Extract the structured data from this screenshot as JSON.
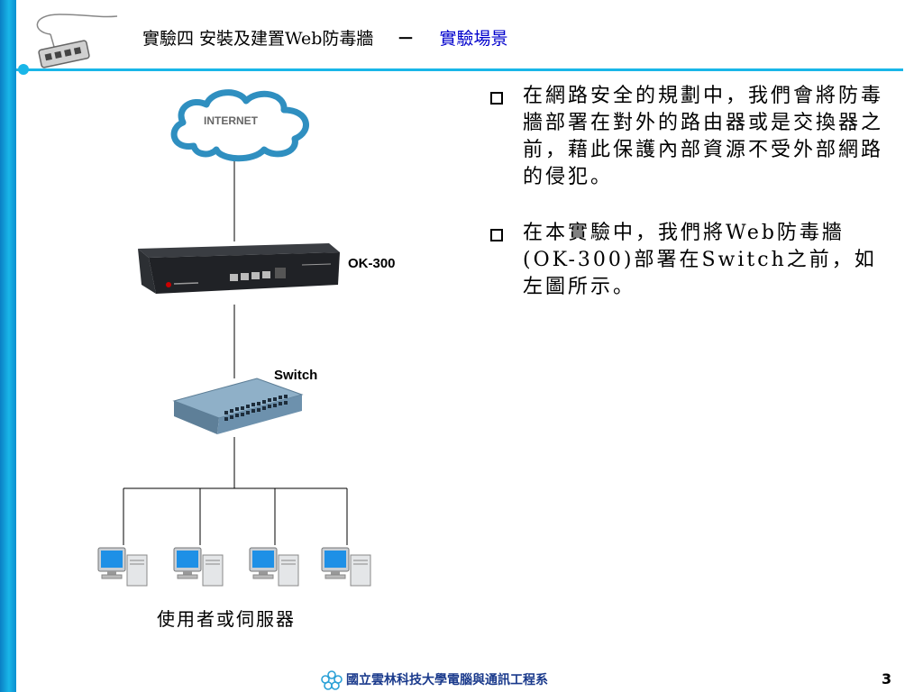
{
  "header": {
    "title": "實驗四 安裝及建置Web防毒牆",
    "separator": "－",
    "subtitle": "實驗場景"
  },
  "diagram": {
    "cloud_label": "INTERNET",
    "firewall_label": "OK-300",
    "switch_label": "Switch",
    "caption": "使用者或伺服器"
  },
  "bullets": [
    {
      "text": "在網路安全的規劃中，我們會將防毒牆部署在對外的路由器或是交換器之前，藉此保護內部資源不受外部網路的侵犯。"
    },
    {
      "text": "在本實驗中，我們將Web防毒牆(OK-300)部署在Switch之前，如左圖所示。"
    }
  ],
  "footer": {
    "school": "國立雲林科技大學電腦與通訊工程系",
    "page_number": "3"
  },
  "colors": {
    "accent": "#19b6e8",
    "subtitle": "#0000cc",
    "footer_text": "#1a3a8c"
  }
}
